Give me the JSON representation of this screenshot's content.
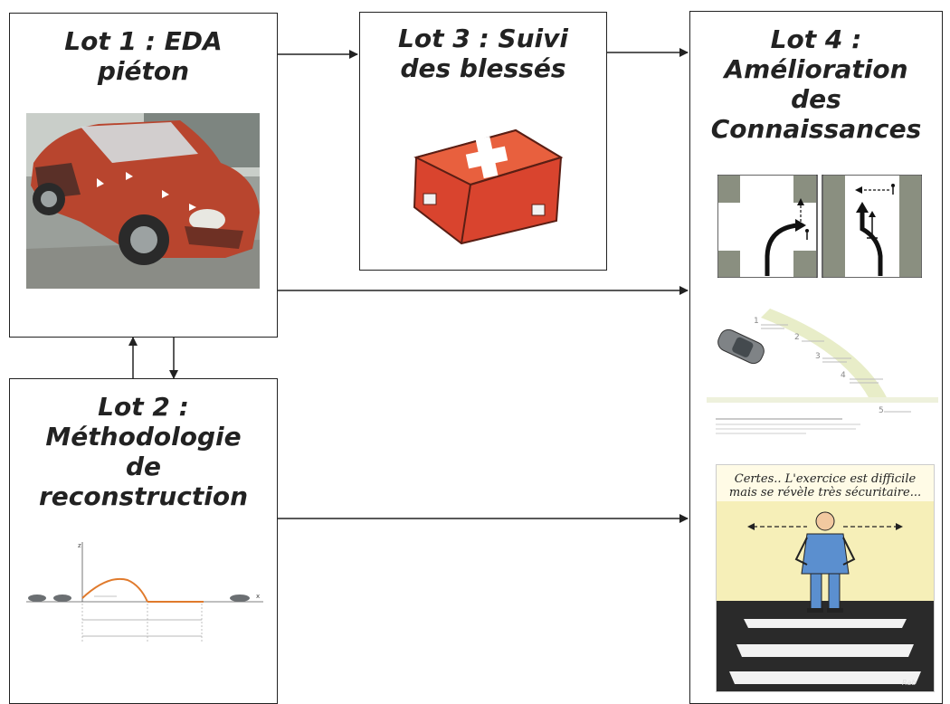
{
  "lots": {
    "lot1": {
      "lines": [
        "Lot 1 : EDA",
        "piéton"
      ]
    },
    "lot2": {
      "lines": [
        "Lot 2 :",
        "Méthodologie",
        "de",
        "reconstruction"
      ]
    },
    "lot3": {
      "lines": [
        "Lot 3 : Suivi",
        "des blessés"
      ]
    },
    "lot4": {
      "lines": [
        "Lot 4 :",
        "Amélioration",
        "des",
        "Connaissances"
      ]
    }
  },
  "images": {
    "lot1": "crashed-red-car-photo",
    "lot2": "trajectory-plot",
    "lot3": "first-aid-kit-icon",
    "lot4_1": "road-crossing-diagrams",
    "lot4_2": "accident-phases-diagram",
    "lot4_3": "pedestrian-crossing-cartoon"
  },
  "cartoon": {
    "caption": [
      "Certes.. L'exercice est difficile",
      "mais se révèle très sécuritaire..."
    ],
    "signature": "Rab"
  },
  "plot": {
    "z": "z",
    "x": "x"
  },
  "colors": {
    "border": "#222222",
    "car_red": "#b8452e",
    "kit_red": "#d9442e",
    "road_grey": "#8a8f80"
  }
}
